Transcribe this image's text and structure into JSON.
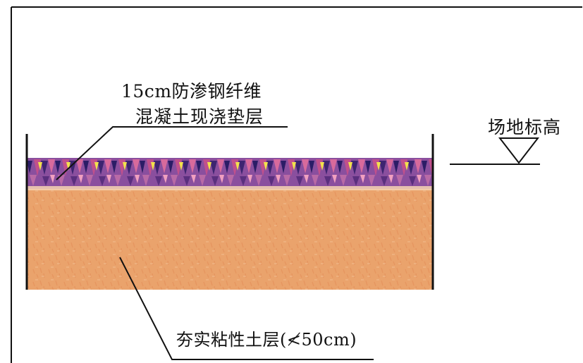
{
  "labels": {
    "liner_line1": "15cm防渗钢纤维",
    "liner_line2": "混凝土现浇垫层",
    "base_layer": "夯实粘性土层(≮50cm)",
    "site_elevation": "场地标高"
  },
  "colors": {
    "soil": "#e9a56f",
    "liner_purple": "#6a3a8a",
    "liner_pink": "#d06a9a",
    "liner_yellow": "#f3e04a",
    "line": "#111111"
  }
}
